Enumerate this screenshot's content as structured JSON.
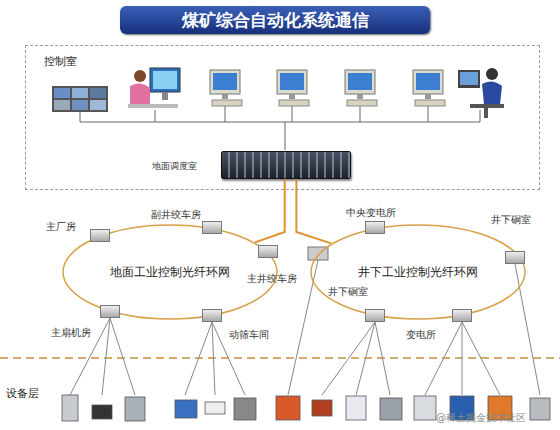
{
  "diagram": {
    "title": "煤矿综合自动化系统通信",
    "nodes": [
      {
        "text": [
          "控制室"
        ]
      },
      {
        "text": [
          "地面调度室"
        ],
        "in": 0
      },
      {
        "text": [
          "地面工业控制光纤环网"
        ]
      },
      {
        "text": [
          "井下工业控制光纤环网"
        ]
      },
      {
        "text": [
          "主厂房"
        ]
      },
      {
        "text": [
          "副井绞车房"
        ]
      },
      {
        "text": [
          "主井绞车房"
        ]
      },
      {
        "text": [
          "主扇机房"
        ]
      },
      {
        "text": [
          "动筛车间"
        ]
      },
      {
        "text": [
          "中央变电所"
        ]
      },
      {
        "text": [
          "井下硐室"
        ]
      },
      {
        "text": [
          "井下硐室"
        ]
      },
      {
        "text": [
          "变电所"
        ]
      }
    ],
    "edges": [
      {
        "from": 1,
        "to": 2,
        "arrow": "none"
      },
      {
        "from": 1,
        "to": 3,
        "arrow": "none"
      }
    ],
    "labels": [
      "设备层",
      "@稀土掘金技术社区"
    ]
  }
}
